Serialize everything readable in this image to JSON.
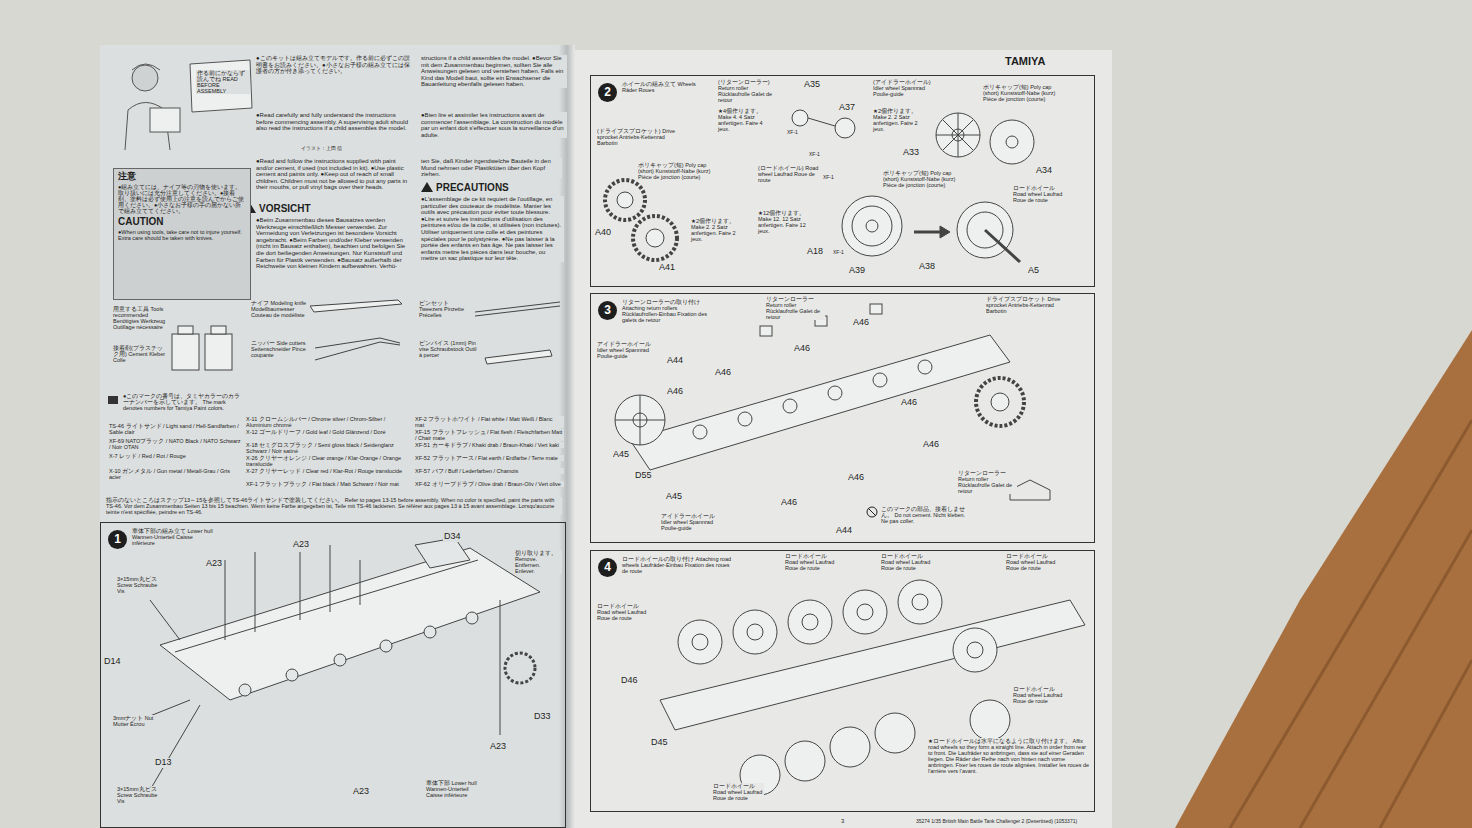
{
  "diagram": {
    "nodes": [
      {
        "text": [
          "注意",
          "●組み立てには、ナイフ等の刃物を使います。取り扱いには充分注意してください。●接着剤、塗料は必ず使用上の注意を読んでからご使用ください。●小さなお子様の手の届かない所で組み立ててください。",
          "CAUTION",
          "●When using tools, take care not to injure yourself. Extra care should be taken with knives."
        ]
      },
      {
        "text": [
          "1",
          "車体下部の組み立て Lower hull Wannen-Unterteil Caisse inférieure"
        ]
      },
      {
        "text": [
          "2",
          "ホイールの組み立て Wheels Räder Roues"
        ]
      },
      {
        "text": [
          "3",
          "リターンローラーの取り付け Attaching return rollers Rücklaufrollen-Einbau Fixation des galets de retour"
        ]
      },
      {
        "text": [
          "4",
          "ロードホイールの取り付け Attaching road wheels Laufräder-Einbau Fixation des roues de route"
        ]
      }
    ],
    "labels": [
      "作る前にかならず読んでね READ BEFORE ASSEMBLY",
      "●このキットは組み立てモデルです。作る前に必ずこの説明書をお読みください。●小さなお子様の組み立てには保護者の方が付き添ってください。",
      "●Read carefully and fully understand the instructions before commencing assembly. A supervising adult should also read the instructions if a child assembles the model.",
      "イラスト：上田 信",
      "structions if a child assembles the model. ●Bevor Sie mit dem Zusammenbau beginnen, sollten Sie alle Anweisungen gelesen und verstehen haben. Falls ein Kind das Modell baut, sollte ein Erwachsener die Bauanleitung ebenfalls gelesen haben.",
      "●Bien lire et assimiler les instructions avant de commencer l'assemblage. La construction du modèle par un enfant doit s'effectuer sous la surveillance d'un adulte.",
      "●Read and follow the instructions supplied with paint and/or cement, if used (not included in kit). ●Use plastic cement and paints only. ●Keep out of reach of small children. Children must not be allowed to put any parts in their mouths, or pull vinyl bags over their heads.",
      "VORSICHT",
      "●Beim Zusammenbau dieses Bausatzes werden Werkzeuge einschließlich Messer verwendet. Zur Vermeidung von Verletzungen ist besondere Vorsicht angebracht. ●Beim Farben und/oder Kleber verwenden (nicht im Bausatz enthalten), beachten und befolgen Sie die dort beiliegenden Anweisungen. Nur Kunststoff und Farben für Plastik verwenden. ●Bausatz außerhalb der Reichweite von kleinen Kindern aufbewahren. Verhü-",
      "ten Sie, daß Kinder irgendwelche Bauteile in den Mund nehmen oder Plastiktüten über den Kopf ziehen.",
      "PRECAUTIONS",
      "●L'assemblage de ce kit requiert de l'outillage, en particulier des couteaux de modéliste. Manier les outils avec précaution pour éviter toute blessure. ●Lire et suivre les instructions d'utilisation des peintures et/ou de la colle, si utilisées (non incluses). Utiliser uniquement une colle et des peintures spéciales pour le polystyrène. ●Ne pas laisser à la portée des enfants en bas âge. Ne pas laisser les enfants mettre les pièces dans leur bouche, ou mettre un sac plastique sur leur tête.",
      "用意する工具 Tools recommended Benötigtes Werkzeug Outillage nécessaire",
      "接着剤(プラスチック用) Cement Kleber Colle",
      "ナイフ Modeling knife Modellbaumesser Couteau de modéliste",
      "ニッパー Side cutters Seitenschneider Pince coupante",
      "ピンセット Tweezers Pinzette Précelles",
      "ピンバイス (1mm) Pin vise Schraubstock Outil à percer",
      "●このマークの番号は、タミヤカラーのカラーナンバーを示しています。 The mark denotes numbers for Tamiya Paint colors.",
      "TS-46 ライトサンド / Light sand / Hell-Sandfarben / Sable clair",
      "XF-69 NATOブラック / NATO Black / NATO Schwarz / Noir OTAN",
      "X-7 レッド / Red / Rot / Rouge",
      "X-10 ガンメタル / Gun metal / Metall-Grau / Gris acier",
      "X-11 クロームシルバー / Chrome silver / Chrom-Silber / Aluminium chromé",
      "X-12 ゴールドリーフ / Gold leaf / Gold Glänzend / Doré",
      "X-18 セミグロスブラック / Semi gloss black / Seidenglanz Schwarz / Noir satiné",
      "X-26 クリヤーオレンジ / Clear orange / Klar-Orange / Orange translucide",
      "X-27 クリヤーレッド / Clear red / Klar-Rot / Rouge translucide",
      "XF-1 フラットブラック / Flat black / Matt Schwarz / Noir mat",
      "XF-2 フラットホワイト / Flat white / Matt Weiß / Blanc mat",
      "XF-15 フラットフレッシュ / Flat flesh / Fleischfarben Matt / Chair mate",
      "XF-51 カーキドラブ / Khaki drab / Braun-Khaki / Vert kaki",
      "XF-52 フラットアース / Flat earth / Erdfarbe / Terre mate",
      "XF-57 バフ / Buff / Lederfarben / Chamois",
      "XF-62 オリーブドラブ / Olive drab / Braun-Oliv / Vert olive",
      "指示のないところはステップ13～15を参照してTS-46ライトサンドで塗装してください。 Refer to pages 13-15 before assembly. When no color is specified, paint the parts with TS-46. Vor dem Zusammenbau Seiten 13 bis 15 beachten. Wenn keine Farbe angegeben ist, Teile mit TS-46 lackieren. Se référer aux pages 13 à 15 avant assemblage. Lorsqu'aucune teinte n'est spécifiée, peindre en TS-46.",
      "A23",
      "A23",
      "D34",
      "3×15mm丸ビス Screw Schraube Vis",
      "D14",
      "3mmナット Nut Mutter Écrou",
      "D13",
      "3×15mm丸ビス Screw Schraube Vis",
      "A23",
      "A23",
      "D33",
      "切り取ります。 Remove. Entfernen. Enlever.",
      "車体下部 Lower hull Wannen-Unterteil Caisse inférieure",
      "TAMIYA",
      "(リターンローラー) Return roller Rücklaufrolle Galet de retour",
      "★4個作ります。 Make 4. 4 Satz anfertigen. Faire 4 jeux.",
      "A35",
      "A37",
      "XF-1",
      "XF-1",
      "(アイドラーホイール) Idler wheel Spannrad Poulie-guide",
      "★2個作ります。 Make 2. 2 Satz anfertigen. Faire 2 jeux.",
      "ポリキャップ(短) Poly cap (short) Kunststoff-Nabe (kurz) Pièce de jonction (courte)",
      "A33",
      "A34",
      "(ドライブスプロケット) Drive sprocket Antriebs-Kettenrad Barbotin",
      "ポリキャップ(短) Poly cap (short) Kunststoff-Nabe (kurz) Pièce de jonction (courte)",
      "★2個作ります。 Make 2. 2 Satz anfertigen. Faire 2 jeux.",
      "A40",
      "A41",
      "(ロードホイール) Road wheel Laufrad Roue de route",
      "★12個作ります。 Make 12. 12 Satz anfertigen. Faire 12 jeux.",
      "XF-1",
      "ポリキャップ(短) Poly cap (short) Kunststoff-Nabe (kurz) Pièce de jonction (courte)",
      "A18",
      "XF-1",
      "A39",
      "A38",
      "ロードホイール Road wheel Laufrad Roue de route",
      "A5",
      "リターンローラー Return roller Rücklaufrolle Galet de retour",
      "ドライブスプロケット Drive sprocket Antriebs-Kettenrad Barbotin",
      "アイドラーホイール Idler wheel Spannrad Poulie-guide",
      "A46",
      "A46",
      "A44",
      "A46",
      "A46",
      "A46",
      "A46",
      "A45",
      "D55",
      "A46",
      "A45",
      "A46",
      "A44",
      "リターンローラー Return roller Rücklaufrolle Galet de retour",
      "アイドラーホイール Idler wheel Spannrad Poulie-guide",
      "このマークの部品、接着しません。 Do not cement. Nicht kleben. Ne pas coller.",
      "ロードホイール Road wheel Laufrad Roue de route",
      "ロードホイール Road wheel Laufrad Roue de route",
      "ロードホイール Road wheel Laufrad Roue de route",
      "ロードホイール Road wheel Laufrad Roue de route",
      "D46",
      "ロードホイール Road wheel Laufrad Roue de route",
      "D45",
      "ロードホイール Road wheel Laufrad Roue de route",
      "★ロードホイールは水平になるように取り付けます。 Affix road wheels so they form a straight line. Attach in order from rear to front. Die Laufräder so anbringen, dass sie auf einer Geraden liegen. Die Räder der Reihe nach von hinten nach vorne anbringen. Fixer les roues de route alignées. Installer les roues de l'arrière vers l'avant.",
      "3",
      "35274 1/35 British Main Battle Tank Challenger 2 (Desertised) (1053371)"
    ]
  }
}
